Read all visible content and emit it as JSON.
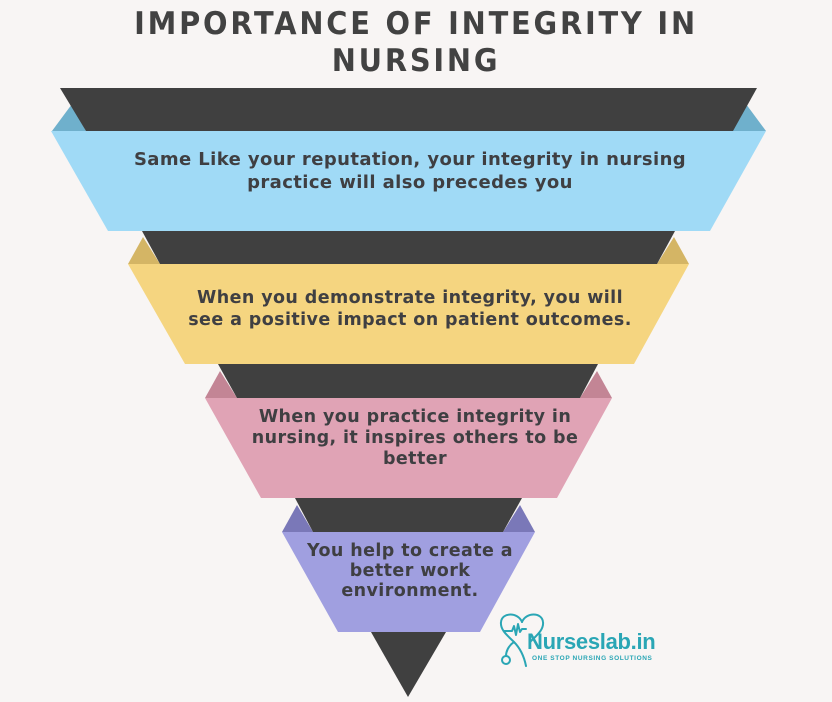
{
  "title": {
    "line1": "IMPORTANCE OF INTEGRITY IN",
    "line2": "NURSING"
  },
  "colors": {
    "background": "#f8f5f4",
    "dark_band": "#404040",
    "text": "#3f3f42",
    "level1": "#a0daf6",
    "level1_fold": "#6fb0cc",
    "level2": "#f5d580",
    "level2_fold": "#d4b565",
    "level3": "#e0a3b5",
    "level3_fold": "#c38595",
    "level4": "#a09fe0",
    "level4_fold": "#7a78b8",
    "logo": "#2aa6b5"
  },
  "levels": [
    {
      "line1": "Same Like your reputation, your integrity in nursing",
      "line2": "practice will also precedes you"
    },
    {
      "line1": "When you demonstrate integrity, you will",
      "line2": "see a positive impact on patient outcomes."
    },
    {
      "line1": "When you practice integrity in",
      "line2": "nursing, it inspires others to be",
      "line3": "better"
    },
    {
      "line1": "You help to create a",
      "line2": "better work",
      "line3": "environment."
    }
  ],
  "logo": {
    "name": "Nurseslab.in",
    "tagline": "ONE STOP NURSING SOLUTIONS",
    "icon": "stethoscope-heart-icon"
  }
}
